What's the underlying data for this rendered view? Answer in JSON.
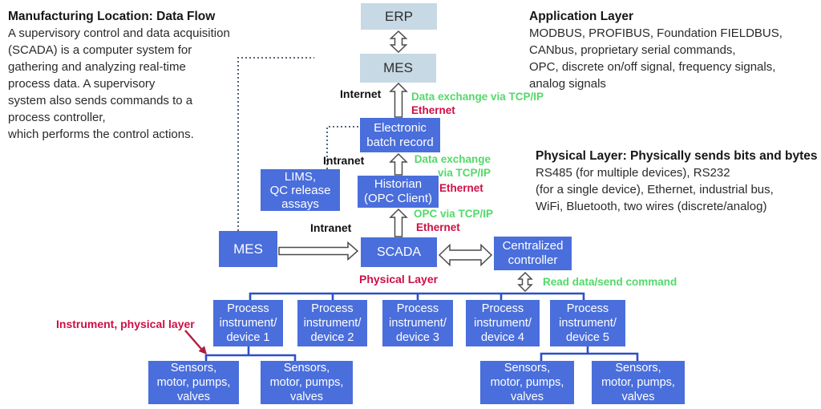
{
  "colors": {
    "node_blue": "#4a6edb",
    "node_light_blue": "#c6d9e4",
    "connector_blue": "#2c50c9",
    "label_green": "#53d96a",
    "label_red": "#ce0f45",
    "text_black": "#1d1d1f"
  },
  "left_note": {
    "title": "Manufacturing Location: Data Flow",
    "body": "A supervisory control and data acquisition\n(SCADA) is a computer system for\ngathering and analyzing real-time\nprocess data. A supervisory\nsystem also sends commands to a\nprocess controller,\nwhich performs the control actions."
  },
  "application_layer": {
    "title": "Application Layer",
    "body": "MODBUS, PROFIBUS, Foundation FIELDBUS,\nCANbus, proprietary serial commands,\nOPC, discrete on/off signal, frequency signals,\nanalog signals"
  },
  "physical_layer": {
    "title": "Physical Layer: Physically sends bits and bytes",
    "body": "RS485 (for multiple devices), RS232\n(for a single device), Ethernet, industrial bus,\nWiFi, Bluetooth, two wires (discrete/analog)"
  },
  "nodes": {
    "erp": "ERP",
    "mes_top": "MES",
    "ebr": "Electronic\nbatch record",
    "lims": "LIMS,\nQC release\nassays",
    "historian": "Historian\n(OPC Client)",
    "mes_mid": "MES",
    "scada": "SCADA",
    "controller": "Centralized\ncontroller",
    "devices": [
      "Process\ninstrument/\ndevice 1",
      "Process\ninstrument/\ndevice 2",
      "Process\ninstrument/\ndevice 3",
      "Process\ninstrument/\ndevice 4",
      "Process\ninstrument/\ndevice 5"
    ],
    "sensors": [
      "Sensors,\nmotor, pumps,\nvalves",
      "Sensors,\nmotor, pumps,\nvalves",
      "Sensors,\nmotor, pumps,\nvalves",
      "Sensors,\nmotor, pumps,\nvalves"
    ]
  },
  "labels": {
    "internet": "Internet",
    "intranet_upper": "Intranet",
    "intranet_lower": "Intranet",
    "green_top": "Data exchange via TCP/IP",
    "red_top": "Ethernet",
    "green_mid": "Data exchange\nvia TCP/IP",
    "red_mid": "Ethernet",
    "green_opc": "OPC via TCP/IP",
    "red_opc": "Ethernet",
    "physical_layer_label": "Physical Layer",
    "read_command": "Read data/send command",
    "instrument_label": "Instrument, physical layer"
  }
}
